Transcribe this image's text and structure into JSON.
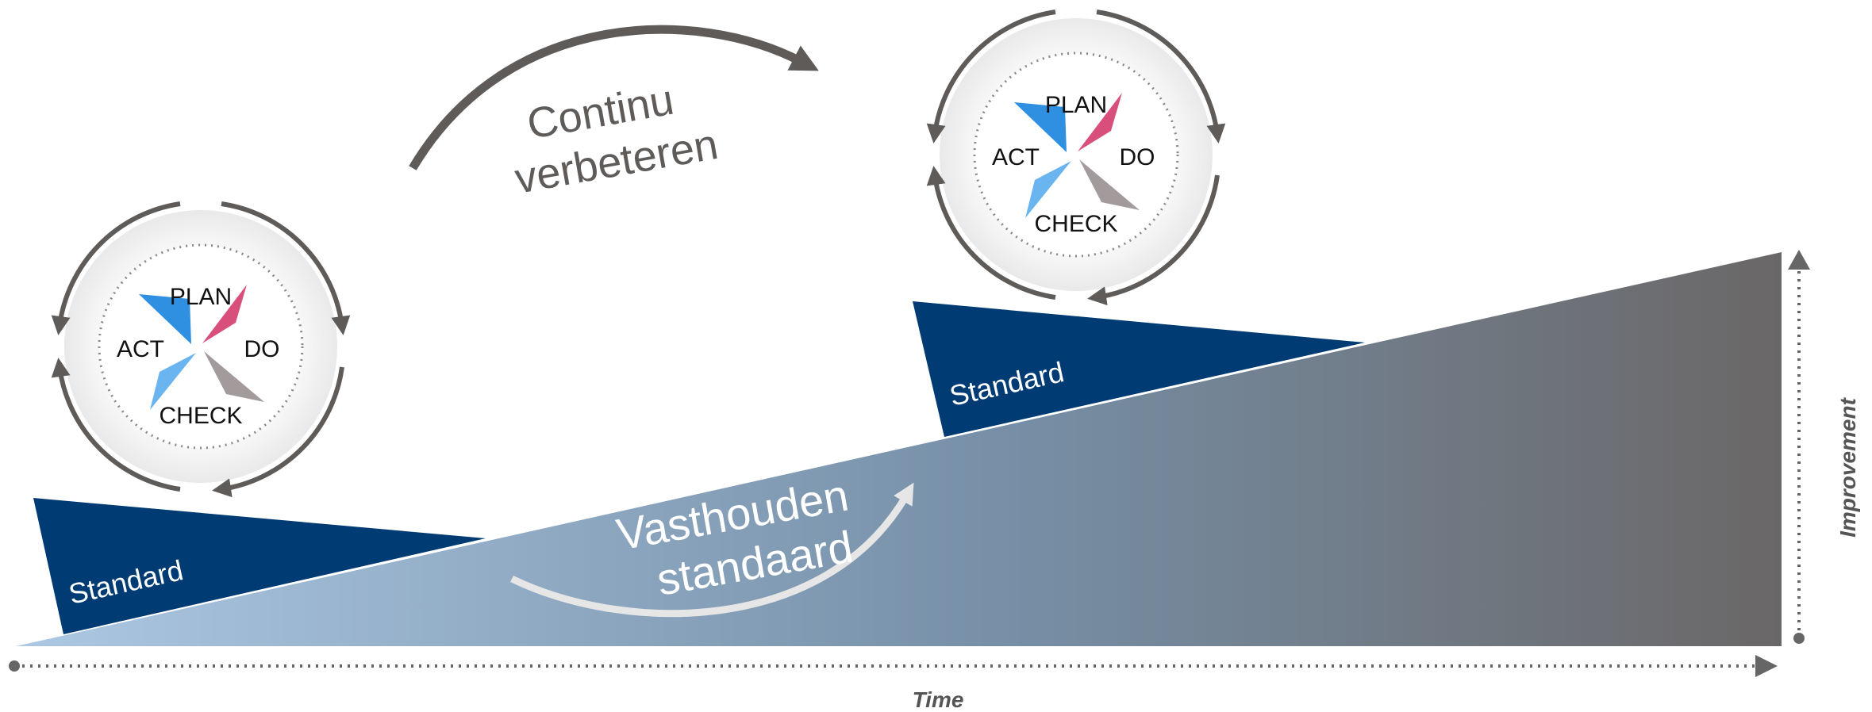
{
  "labels": {
    "standard": "Standard",
    "continu_line1": "Continu",
    "continu_line2": "verbeteren",
    "vasthouden_line1": "Vasthouden",
    "vasthouden_line2": "standaard",
    "x_axis": "Time",
    "y_axis": "Improvement"
  },
  "pdca": {
    "plan": "PLAN",
    "do": "DO",
    "check": "CHECK",
    "act": "ACT"
  },
  "colors": {
    "standard_block": "#003b73",
    "ramp_start": "#a9c4df",
    "ramp_end": "#6a6767",
    "arrow_grey": "#5f5b59",
    "plan_blade": "#2f8fe0",
    "do_blade": "#d94f7c",
    "check_blade": "#a39b9b",
    "act_blade": "#6ab4f0"
  }
}
